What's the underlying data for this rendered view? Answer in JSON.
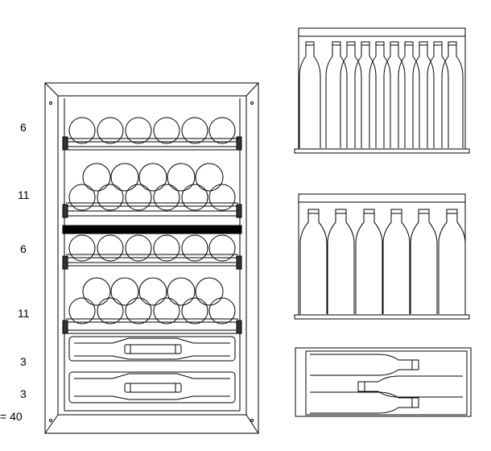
{
  "shelf_counts": [
    "6",
    "11",
    "6",
    "11",
    "3",
    "3"
  ],
  "total_label": "= 40"
}
